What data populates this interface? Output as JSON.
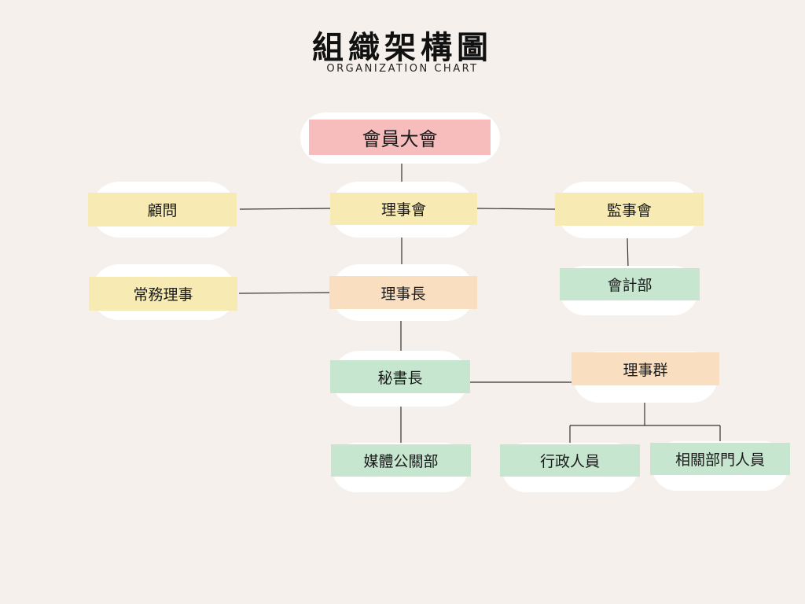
{
  "header": {
    "title": "組織架構圖",
    "subtitle": "ORGANIZATION CHART"
  },
  "nodes": {
    "general_assembly": "會員大會",
    "board_of_directors": "理事會",
    "advisor": "顧問",
    "board_of_supervisors": "監事會",
    "executive_director": "常務理事",
    "chairman": "理事長",
    "accounting": "會計部",
    "secretary_general": "秘書長",
    "directors_group": "理事群",
    "media_pr": "媒體公關部",
    "administrative_staff": "行政人員",
    "related_department_staff": "相關部門人員"
  },
  "colors": {
    "background": "#f5f0eb",
    "pink": "#f7bcbc",
    "yellow": "#f7eab3",
    "peach": "#f9dfc0",
    "green": "#c7e6cf"
  }
}
